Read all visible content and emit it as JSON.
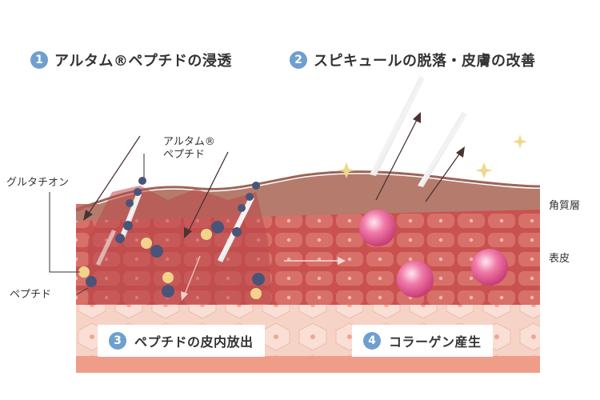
{
  "steps": [
    {
      "number": "1",
      "label": "アルタム®ペプチドの浸透"
    },
    {
      "number": "2",
      "label": "スピキュールの脱落・皮膚の改善"
    },
    {
      "number": "3",
      "label": "ペプチドの皮内放出"
    },
    {
      "number": "4",
      "label": "コラーゲン産生"
    }
  ],
  "side_labels": {
    "stratum_corneum": "角質層",
    "epidermis": "表皮"
  },
  "callouts": {
    "glutathione": "グルタチオン",
    "altam_peptide_line1": "アルタム®",
    "altam_peptide_line2": "ペプチド",
    "peptide": "ペプチド"
  },
  "colors": {
    "badge": "#6f9fcf",
    "skin_top": "#b57a6c",
    "epidermis": "#c85a5a",
    "dermis": "#f2c6b8",
    "collagen": "#f06aa0"
  }
}
